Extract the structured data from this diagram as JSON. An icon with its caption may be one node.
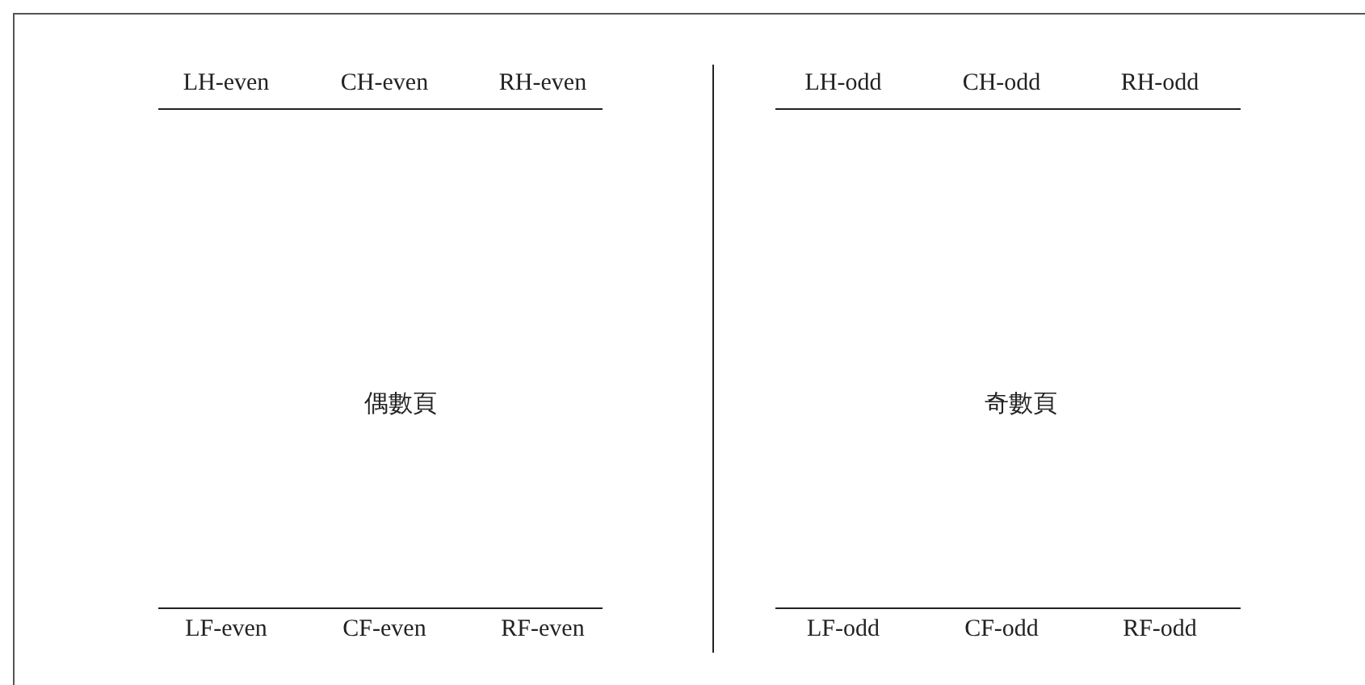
{
  "diagram": {
    "labels": [
      "LH-even",
      "CH-even",
      "RH-even",
      "LH-odd",
      "CH-odd",
      "RH-odd",
      "偶數頁",
      "奇數頁",
      "LF-even",
      "CF-even",
      "RF-even",
      "LF-odd",
      "CF-odd",
      "RF-odd"
    ]
  }
}
